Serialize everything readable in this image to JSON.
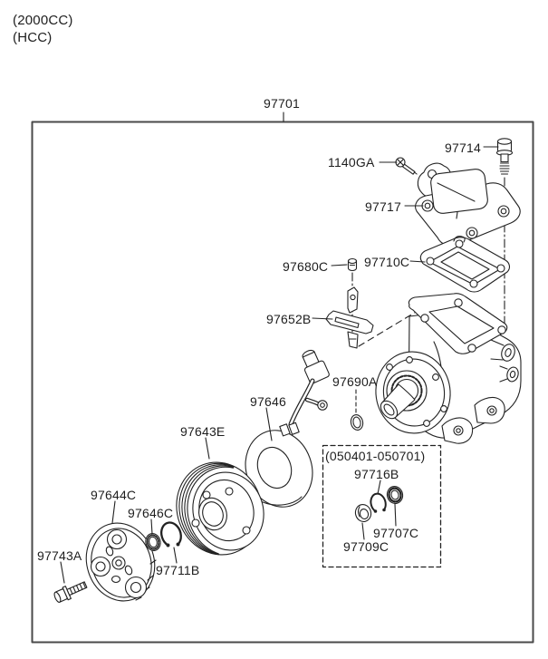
{
  "page": {
    "background": "#ffffff",
    "ink": "#222222",
    "border_color": "#4a4a4a"
  },
  "header": {
    "engine_size": "(2000CC)",
    "engine_code": "(HCC)"
  },
  "assembly": {
    "number": "97701"
  },
  "callouts": {
    "97714": "97714",
    "1140GA": "1140GA",
    "97717": "97717",
    "97680C": "97680C",
    "97710C": "97710C",
    "97652B": "97652B",
    "97690A": "97690A",
    "97646": "97646",
    "97643E": "97643E",
    "97644C": "97644C",
    "97646C": "97646C",
    "97711B": "97711B",
    "97743A": "97743A"
  },
  "service_box": {
    "date_range": "(050401-050701)",
    "callouts": {
      "97716B": "97716B",
      "97707C": "97707C",
      "97709C": "97709C"
    }
  }
}
